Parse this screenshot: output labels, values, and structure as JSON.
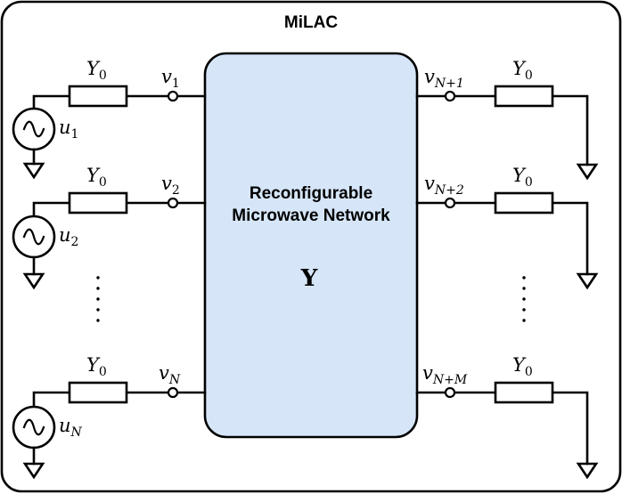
{
  "title": "MiLAC",
  "network": {
    "line1": "Reconfigurable",
    "line2": "Microwave Network",
    "symbol": "Y",
    "fill": "#d6e6f8"
  },
  "admittance": {
    "base": "Y",
    "sub": "0"
  },
  "inputs": [
    {
      "node_base": "v",
      "node_sub": "1",
      "src_base": "u",
      "src_sub": "1"
    },
    {
      "node_base": "v",
      "node_sub": "2",
      "src_base": "u",
      "src_sub": "2"
    },
    {
      "node_base": "v",
      "node_sub": "N",
      "src_base": "u",
      "src_sub": "N"
    }
  ],
  "outputs": [
    {
      "node_base": "v",
      "node_sub": "N+1"
    },
    {
      "node_base": "v",
      "node_sub": "N+2"
    },
    {
      "node_base": "v",
      "node_sub": "N+M"
    }
  ]
}
